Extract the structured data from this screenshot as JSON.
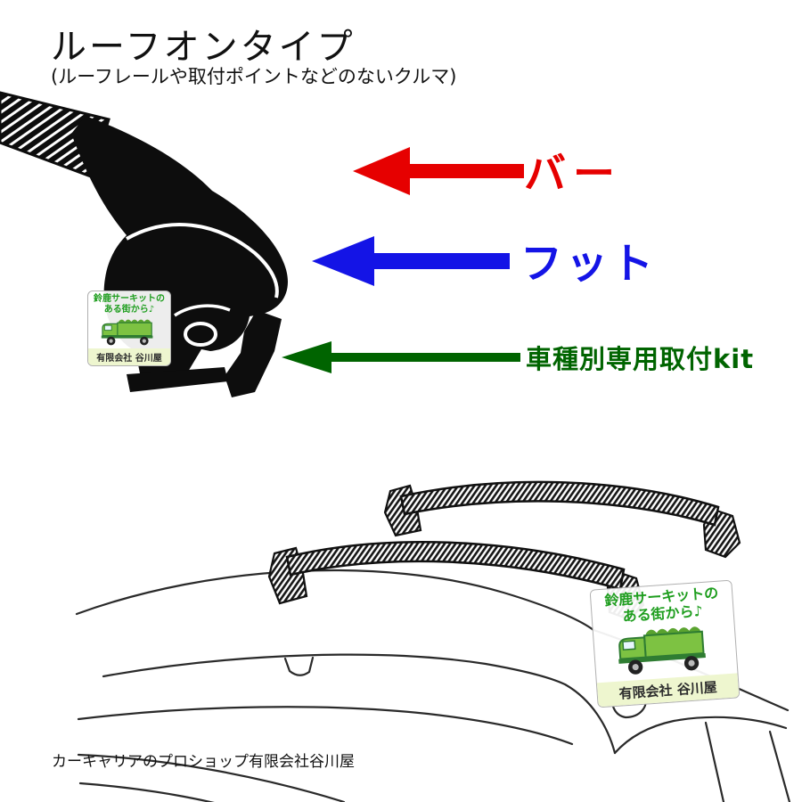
{
  "page": {
    "title": "ルーフオンタイプ",
    "subtitle": "(ルーフレールや取付ポイントなどのないクルマ)",
    "footer": "カーキャリアのプロショップ有限会社谷川屋"
  },
  "annotations": {
    "bar": {
      "label": "バー",
      "color": "#e60000"
    },
    "foot": {
      "label": "フット",
      "color": "#1414e6"
    },
    "kit": {
      "label": "車種別専用取付kit",
      "color": "#006400"
    }
  },
  "watermark": {
    "line1": "鈴鹿サーキットの",
    "line2": "ある街から♪",
    "company": "有限会社 谷川屋"
  }
}
